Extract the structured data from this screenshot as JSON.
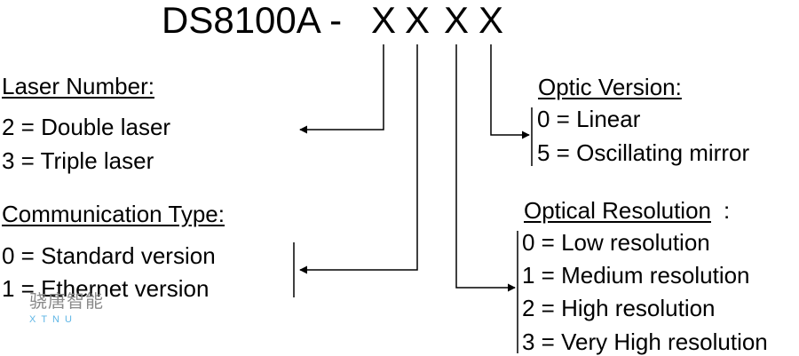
{
  "model": {
    "prefix": "DS8100A -",
    "placeholders": [
      "X",
      "X",
      "X",
      "X"
    ]
  },
  "laser": {
    "heading": "Laser Number:",
    "items": [
      "2 = Double laser",
      "3 = Triple laser"
    ]
  },
  "communication": {
    "heading": "Communication Type:",
    "items": [
      "0 = Standard version",
      "1 = Ethernet version"
    ]
  },
  "optic": {
    "heading": "Optic Version:",
    "items": [
      "0 = Linear",
      "5 = Oscillating mirror"
    ]
  },
  "resolution": {
    "heading": "Optical Resolution",
    "suffix": ":",
    "items": [
      "0 = Low resolution",
      "1 = Medium resolution",
      "2 = High resolution",
      "3 = Very High resolution"
    ]
  },
  "watermark": {
    "text_cn": "骁唐智能",
    "text_en": "XTNU"
  }
}
